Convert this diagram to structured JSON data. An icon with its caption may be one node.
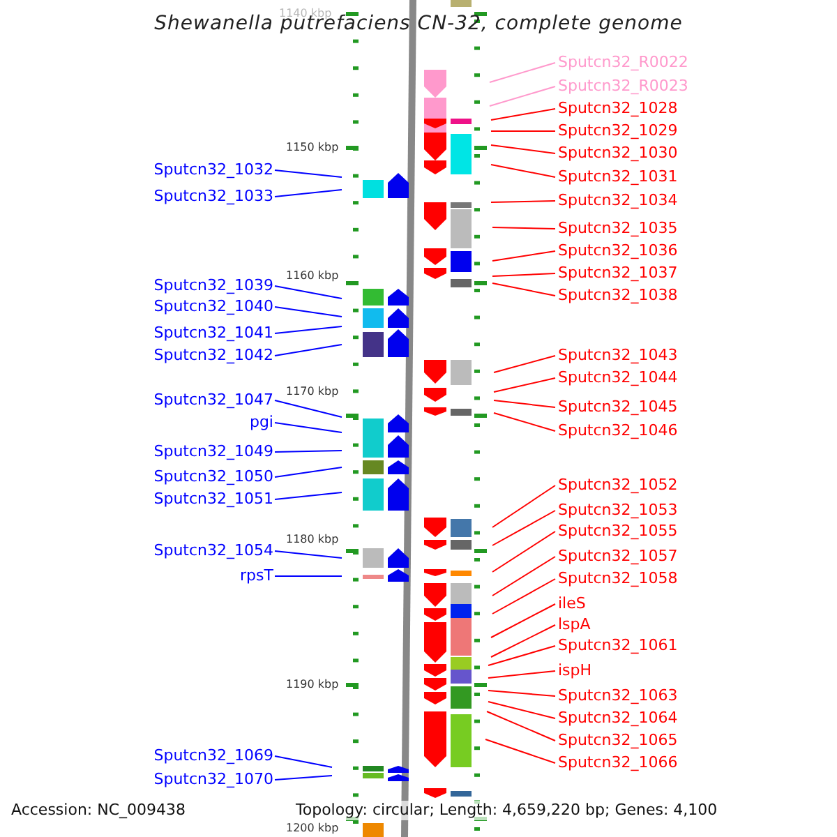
{
  "diagram": {
    "title": "Shewanella putrefaciens CN-32, complete genome",
    "nodes": [
      {
        "text": [
          "Sputcn32_R0022"
        ]
      },
      {
        "text": [
          "Sputcn32_R0023"
        ]
      },
      {
        "text": [
          "Sputcn32_1028"
        ]
      },
      {
        "text": [
          "Sputcn32_1029"
        ]
      },
      {
        "text": [
          "Sputcn32_1030"
        ]
      },
      {
        "text": [
          "Sputcn32_1031"
        ]
      },
      {
        "text": [
          "Sputcn32_1032"
        ]
      },
      {
        "text": [
          "Sputcn32_1033"
        ]
      },
      {
        "text": [
          "Sputcn32_1034"
        ]
      },
      {
        "text": [
          "Sputcn32_1035"
        ]
      },
      {
        "text": [
          "Sputcn32_1036"
        ]
      },
      {
        "text": [
          "Sputcn32_1037"
        ]
      },
      {
        "text": [
          "Sputcn32_1038"
        ]
      },
      {
        "text": [
          "Sputcn32_1039"
        ]
      },
      {
        "text": [
          "Sputcn32_1040"
        ]
      },
      {
        "text": [
          "Sputcn32_1041"
        ]
      },
      {
        "text": [
          "Sputcn32_1042"
        ]
      },
      {
        "text": [
          "Sputcn32_1043"
        ]
      },
      {
        "text": [
          "Sputcn32_1044"
        ]
      },
      {
        "text": [
          "Sputcn32_1047"
        ]
      },
      {
        "text": [
          "Sputcn32_1045"
        ]
      },
      {
        "text": [
          "pgi"
        ]
      },
      {
        "text": [
          "Sputcn32_1046"
        ]
      },
      {
        "text": [
          "Sputcn32_1049"
        ]
      },
      {
        "text": [
          "Sputcn32_1050"
        ]
      },
      {
        "text": [
          "Sputcn32_1052"
        ]
      },
      {
        "text": [
          "Sputcn32_1051"
        ]
      },
      {
        "text": [
          "Sputcn32_1053"
        ]
      },
      {
        "text": [
          "Sputcn32_1055"
        ]
      },
      {
        "text": [
          "Sputcn32_1054"
        ]
      },
      {
        "text": [
          "Sputcn32_1057"
        ]
      },
      {
        "text": [
          "rpsT"
        ]
      },
      {
        "text": [
          "Sputcn32_1058"
        ]
      },
      {
        "text": [
          "ileS"
        ]
      },
      {
        "text": [
          "lspA"
        ]
      },
      {
        "text": [
          "Sputcn32_1061"
        ]
      },
      {
        "text": [
          "ispH"
        ]
      },
      {
        "text": [
          "Sputcn32_1063"
        ]
      },
      {
        "text": [
          "Sputcn32_1064"
        ]
      },
      {
        "text": [
          "Sputcn32_1065"
        ]
      },
      {
        "text": [
          "Sputcn32_1069"
        ]
      },
      {
        "text": [
          "Sputcn32_1066"
        ]
      },
      {
        "text": [
          "Sputcn32_1070"
        ]
      }
    ],
    "edges": [
      {
        "from": 0,
        "to": null,
        "arrow": "none",
        "color": "#ff99cc"
      },
      {
        "from": 1,
        "to": null,
        "arrow": "none",
        "color": "#ff99cc"
      },
      {
        "from": 2,
        "to": null,
        "arrow": "none"
      },
      {
        "from": 3,
        "to": null,
        "arrow": "none"
      },
      {
        "from": 4,
        "to": null,
        "arrow": "none"
      },
      {
        "from": 5,
        "to": null,
        "arrow": "none"
      },
      {
        "from": 6,
        "to": null,
        "arrow": "none",
        "color": "#0000ff"
      },
      {
        "from": 7,
        "to": null,
        "arrow": "none",
        "color": "#0000ff"
      },
      {
        "from": 8,
        "to": null,
        "arrow": "none"
      },
      {
        "from": 9,
        "to": null,
        "arrow": "none"
      },
      {
        "from": 10,
        "to": null,
        "arrow": "none"
      },
      {
        "from": 11,
        "to": null,
        "arrow": "none"
      },
      {
        "from": 12,
        "to": null,
        "arrow": "none"
      },
      {
        "from": 13,
        "to": null,
        "arrow": "none",
        "color": "#0000ff"
      },
      {
        "from": 14,
        "to": null,
        "arrow": "none",
        "color": "#0000ff"
      },
      {
        "from": 15,
        "to": null,
        "arrow": "none",
        "color": "#0000ff"
      },
      {
        "from": 16,
        "to": null,
        "arrow": "none",
        "color": "#0000ff"
      },
      {
        "from": 17,
        "to": null,
        "arrow": "none"
      },
      {
        "from": 18,
        "to": null,
        "arrow": "none"
      },
      {
        "from": 19,
        "to": null,
        "arrow": "none",
        "color": "#0000ff"
      },
      {
        "from": 20,
        "to": null,
        "arrow": "none"
      },
      {
        "from": 21,
        "to": null,
        "arrow": "none",
        "color": "#0000ff"
      },
      {
        "from": 22,
        "to": null,
        "arrow": "none"
      },
      {
        "from": 23,
        "to": null,
        "arrow": "none",
        "color": "#0000ff"
      },
      {
        "from": 24,
        "to": null,
        "arrow": "none",
        "color": "#0000ff"
      },
      {
        "from": 25,
        "to": null,
        "arrow": "none"
      },
      {
        "from": 26,
        "to": null,
        "arrow": "none",
        "color": "#0000ff"
      },
      {
        "from": 27,
        "to": null,
        "arrow": "none"
      },
      {
        "from": 28,
        "to": null,
        "arrow": "none"
      },
      {
        "from": 29,
        "to": null,
        "arrow": "none",
        "color": "#0000ff"
      },
      {
        "from": 30,
        "to": null,
        "arrow": "none"
      },
      {
        "from": 31,
        "to": null,
        "arrow": "none",
        "color": "#0000ff"
      },
      {
        "from": 32,
        "to": null,
        "arrow": "none"
      },
      {
        "from": 33,
        "to": null,
        "arrow": "none"
      },
      {
        "from": 34,
        "to": null,
        "arrow": "none"
      },
      {
        "from": 35,
        "to": null,
        "arrow": "none"
      },
      {
        "from": 36,
        "to": null,
        "arrow": "none"
      },
      {
        "from": 37,
        "to": null,
        "arrow": "none"
      },
      {
        "from": 38,
        "to": null,
        "arrow": "none"
      },
      {
        "from": 39,
        "to": null,
        "arrow": "none"
      },
      {
        "from": 40,
        "to": null,
        "arrow": "none",
        "color": "#0000ff"
      },
      {
        "from": 41,
        "to": null,
        "arrow": "none"
      },
      {
        "from": 42,
        "to": null,
        "arrow": "none",
        "color": "#0000ff"
      }
    ],
    "labels": [
      "1140 kbp",
      "1150 kbp",
      "1160 kbp",
      "1170 kbp",
      "1180 kbp",
      "1190 kbp",
      "Accession: NC_009438",
      "1200 kbp",
      "Topology: circular; Length: 4,659,220 bp; Genes: 4,100"
    ]
  }
}
